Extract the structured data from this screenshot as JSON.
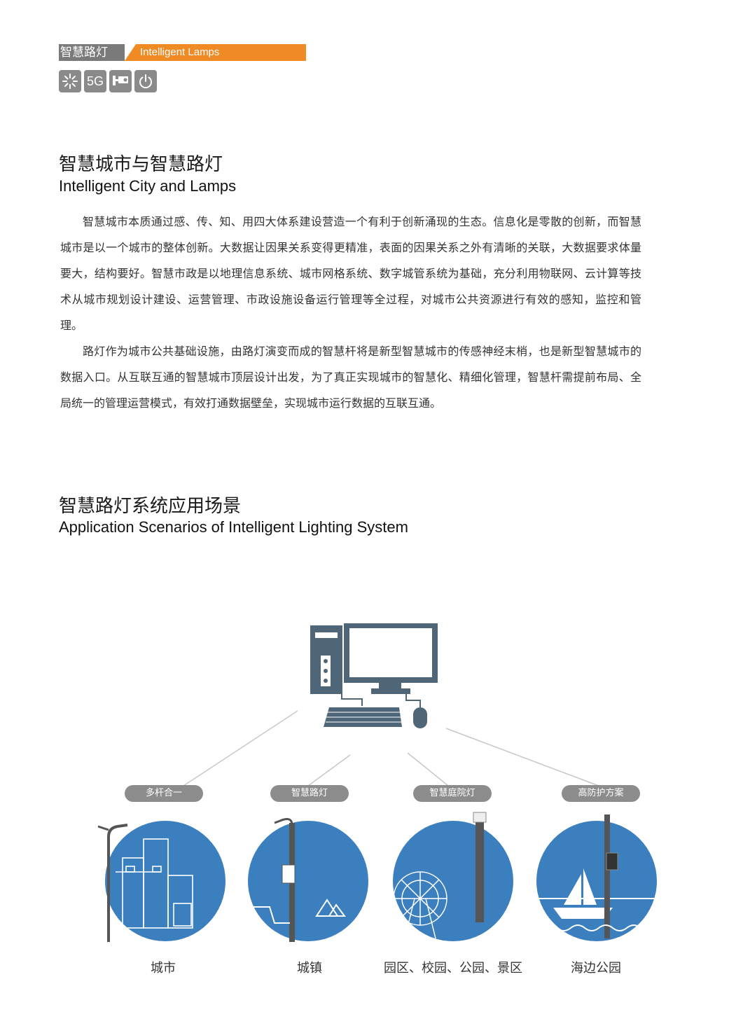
{
  "header": {
    "title_cn": "智慧路灯",
    "title_en": "Intelligent Lamps",
    "icons": [
      {
        "name": "light-burst-icon",
        "glyph": "✳"
      },
      {
        "name": "5g-icon",
        "glyph": "5G"
      },
      {
        "name": "camera-icon",
        "glyph": "📹"
      },
      {
        "name": "power-icon",
        "glyph": "⏻"
      }
    ]
  },
  "section1": {
    "title_cn": "智慧城市与智慧路灯",
    "title_en": "Intelligent City and Lamps",
    "paragraphs": [
      "智慧城市本质通过感、传、知、用四大体系建设营造一个有利于创新涌现的生态。信息化是零散的创新，而智慧城市是以一个城市的整体创新。大数据让因果关系变得更精准，表面的因果关系之外有清晰的关联，大数据要求体量要大，结构要好。智慧市政是以地理信息系统、城市网格系统、数字城管系统为基础，充分利用物联网、云计算等技术从城市规划设计建设、运营管理、市政设施设备运行管理等全过程，对城市公共资源进行有效的感知，监控和管理。",
      "路灯作为城市公共基础设施，由路灯演变而成的智慧杆将是新型智慧城市的传感神经末梢，也是新型智慧城市的数据入口。从互联互通的智慧城市顶层设计出发，为了真正实现城市的智慧化、精细化管理，智慧杆需提前布局、全局统一的管理运营模式，有效打通数据壁垒，实现城市运行数据的互联互通。"
    ]
  },
  "section2": {
    "title_cn": "智慧路灯系统应用场景",
    "title_en": "Application Scenarios of Intelligent Lighting System",
    "scenarios": [
      {
        "tag": "多杆合一",
        "caption": "城市"
      },
      {
        "tag": "智慧路灯",
        "caption": "城镇"
      },
      {
        "tag": "智慧庭院灯",
        "caption": "园区、校园、公园、景区"
      },
      {
        "tag": "高防护方案",
        "caption": "海边公园"
      }
    ]
  },
  "colors": {
    "accent_orange": "#f08a24",
    "gray_bar": "#7a7a7a",
    "circle_blue": "#3b7fbf",
    "computer_slate": "#4e6678"
  }
}
